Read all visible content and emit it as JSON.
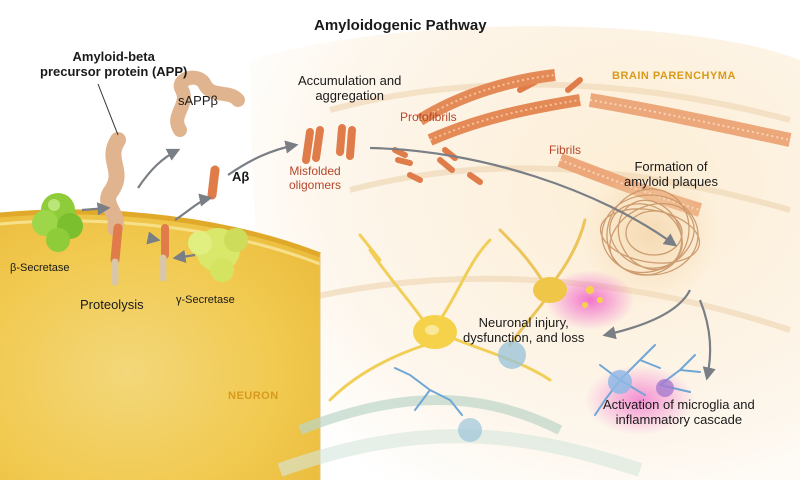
{
  "title": "Amyloidogenic Pathway",
  "labels": {
    "app": [
      "Amyloid-beta",
      "precursor protein (APP)"
    ],
    "sapp": "sAPPβ",
    "abeta": "Aβ",
    "beta_secretase": "β-Secretase",
    "gamma_secretase": "γ-Secretase",
    "proteolysis": "Proteolysis",
    "misfolded": [
      "Misfolded",
      "oligomers"
    ],
    "accumulation": [
      "Accumulation and",
      "aggregation"
    ],
    "protofibrils": "Protofibrils",
    "fibrils": "Fibrils",
    "plaques": [
      "Formation of",
      "amyloid  plaques"
    ],
    "neuronal": [
      "Neuronal injury,",
      "dysfunction, and loss"
    ],
    "microglia": [
      "Activation of microglia and",
      "inflammatory cascade"
    ],
    "brain_parenchyma": "BRAIN PARENCHYMA",
    "neuron": "NEURON"
  },
  "colors": {
    "neuron_fill": "#f6d25a",
    "parenchyma_bg": "#fdf3e4",
    "peptide": "#e07c4a",
    "secretase_green": "#8fcc3a",
    "secretase_yellow": "#d9e86a",
    "plaque": "#d9a06a",
    "injury_pink": "#f07ad0",
    "microglia_blue": "#6fa6d6",
    "arrow": "#7a7f86"
  }
}
